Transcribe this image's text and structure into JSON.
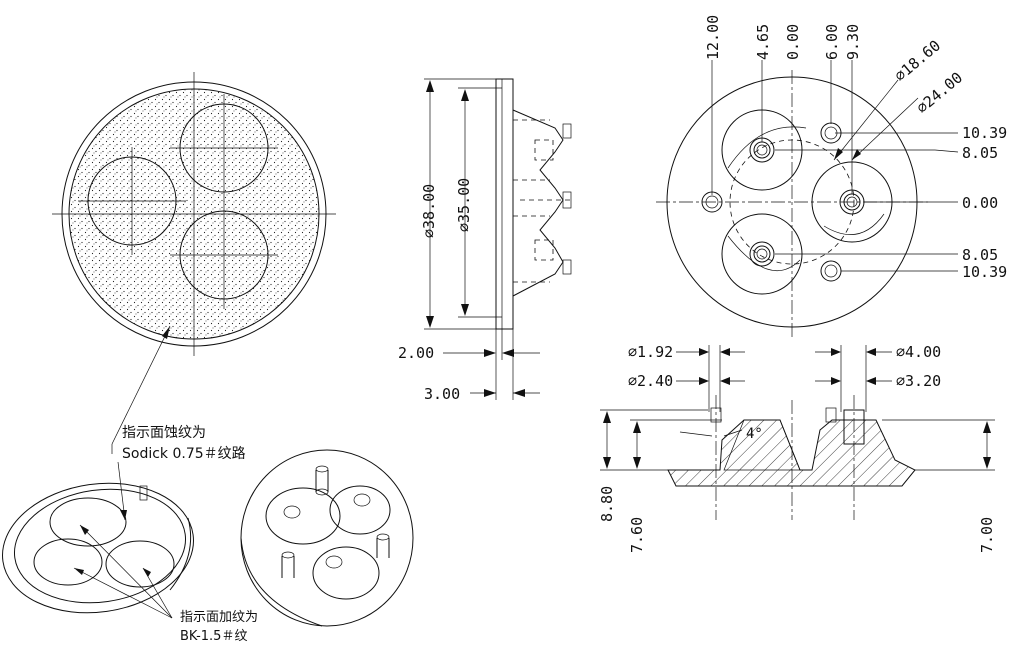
{
  "labels": {
    "front_angles": [
      "12.00",
      "4.65",
      "0.00",
      "6.00",
      "9.30"
    ],
    "front_dia_outer": "⌀24.00",
    "front_dia_inner": "⌀18.60",
    "front_right": [
      "10.39",
      "8.05",
      "0.00",
      "8.05",
      "10.39"
    ],
    "side_dia_38": "⌀38.00",
    "side_dia_35": "⌀35.00",
    "side_t_200": "2.00",
    "side_t_300": "3.00",
    "sec_d_192": "⌀1.92",
    "sec_d_240": "⌀2.40",
    "sec_d_400": "⌀4.00",
    "sec_d_320": "⌀3.20",
    "sec_angle": "4°",
    "sec_h_880": "8.80",
    "sec_h_760": "7.60",
    "sec_h_700": "7.00",
    "note_etch_1": "指示面蚀纹为",
    "note_etch_2": "Sodick 0.75＃纹路",
    "note_tex_1": "指示面加纹为",
    "note_tex_2": "BK-1.5＃纹"
  },
  "colors": {
    "line": "#111111",
    "background": "#ffffff"
  }
}
